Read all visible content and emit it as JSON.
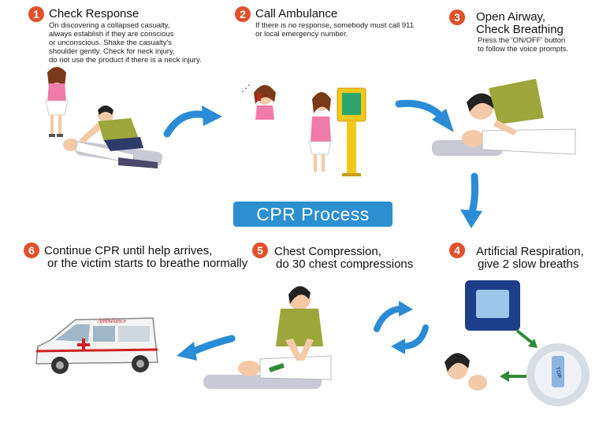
{
  "steps": [
    {
      "num": "1",
      "title": "Check Response",
      "desc": [
        "On discovering a collapsed casualty,",
        "always establish if they are conscious",
        "or unconscious. Shake the casualty's",
        "shoulder gently. Check for neck injury,",
        "do not use the product if there is a neck injury."
      ]
    },
    {
      "num": "2",
      "title": "Call Ambulance",
      "desc": [
        "If there is no response, somebody must call 911",
        "or local emergency number."
      ]
    },
    {
      "num": "3",
      "title": [
        "Open Airway,",
        "Check Breathing"
      ],
      "desc": [
        "Press the 'ON/OFF' button",
        "to follow the voice prompts."
      ]
    },
    {
      "num": "4",
      "title": [
        "Artificial Respiration,",
        "give 2 slow breaths"
      ]
    },
    {
      "num": "5",
      "title": [
        "Chest Compression,",
        "do 30 chest compressions"
      ]
    },
    {
      "num": "6",
      "title": [
        "Continue CPR until help arrives,",
        "or the victim starts to breathe normally"
      ]
    }
  ],
  "center_title": "CPR Process",
  "ambulance_label": "Ambulance",
  "mask_label": "TOP",
  "colors": {
    "accent": "#2b8fd1",
    "step_number": "#e0502b",
    "arrow": "#2a8bd6",
    "green_arrow": "#2e8b3a"
  }
}
